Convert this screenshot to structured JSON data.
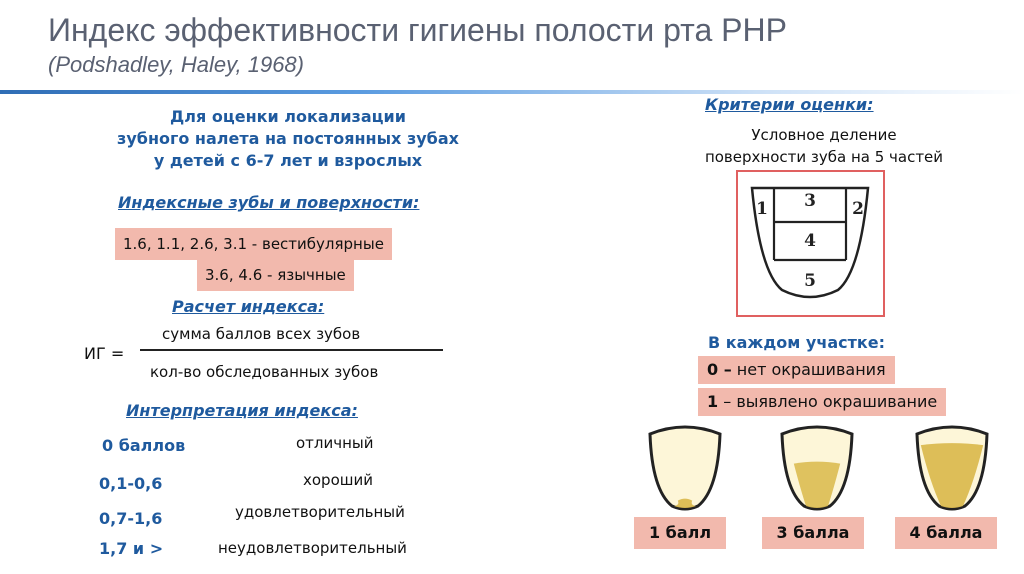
{
  "title": "Индекс эффективности гигиены полости рта PHP",
  "subtitle": "(Podshadley, Haley, 1968)",
  "intro": {
    "line1": "Для оценки локализации",
    "line2": "зубного налета на постоянных зубах",
    "line3": "у детей с 6-7 лет и взрослых"
  },
  "index_teeth": {
    "heading": "Индексные зубы и поверхности:",
    "vestibular": "1.6, 1.1, 2.6, 3.1 - вестибулярные",
    "lingual": "3.6, 4.6 - язычные"
  },
  "calculation": {
    "heading": "Расчет индекса:",
    "lhs": "ИГ =",
    "numerator": "сумма баллов всех зубов",
    "denominator": "кол-во обследованных зубов"
  },
  "interpretation": {
    "heading": "Интерпретация индекса:",
    "rows": [
      {
        "score": "0 баллов",
        "grade": "отличный"
      },
      {
        "score": "0,1-0,6",
        "grade": "хороший"
      },
      {
        "score": "0,7-1,6",
        "grade": "удовлетворительный"
      },
      {
        "score": "1,7 и >",
        "grade": "неудовлетворительный"
      }
    ]
  },
  "criteria": {
    "heading": "Критерии оценки:",
    "line1": "Условное деление",
    "line2": "поверхности зуба на 5 частей",
    "sections": [
      "1",
      "2",
      "3",
      "4",
      "5"
    ]
  },
  "each_area": {
    "heading": "В каждом участке:",
    "zero_num": "0 –",
    "zero_text": " нет окрашивания",
    "one_num": "1",
    "one_text": " – выявлено окрашивание"
  },
  "examples": [
    {
      "label": "1 балл",
      "stained_fraction": 0.1
    },
    {
      "label": "3 балла",
      "stained_fraction": 0.6
    },
    {
      "label": "4 балла",
      "stained_fraction": 0.85
    }
  ],
  "colors": {
    "accent_blue": "#1f5a9e",
    "title_gray": "#5a6172",
    "pill_fill": "#f2b9ad",
    "box_border": "#e06060",
    "stain": "#d9b84a"
  }
}
